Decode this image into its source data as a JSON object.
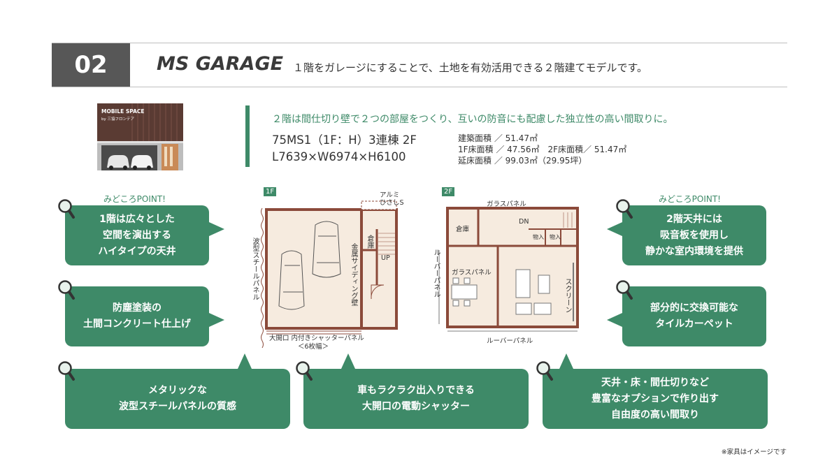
{
  "header": {
    "number": "02",
    "title": "MS GARAGE",
    "tagline": "１階をガレージにすることで、土地を有効活用できる２階建てモデルです。"
  },
  "thumbnail": {
    "sign": "MOBILE SPACE",
    "sign_sub": "by 三協フロンテア"
  },
  "spec": {
    "lead": "２階は間仕切り壁で２つの部屋をつくり、互いの防音にも配慮した独立性の高い間取りに。",
    "model": "75MS1（1F：H）3連棟 2F",
    "dimensions": "L7639×W6974×H6100",
    "building_area": "建築面積 ／ 51.47㎡",
    "floor_area": "1F床面積 ／ 47.56㎡　2F床面積／ 51.47㎡",
    "total_area": "延床面積 ／ 99.03㎡（29.95坪）"
  },
  "plan_1f": {
    "label": "1F",
    "awning": "アルミ\nひさしS",
    "left_wall": "波型スチールパネル",
    "siding": "金属サイディング壁",
    "storage": "倉庫",
    "up": "UP",
    "shutter": "大開口 内付きシャッターパネル",
    "shutter_sub": "＜6枚幅＞"
  },
  "plan_2f": {
    "label": "2F",
    "top_glass": "ガラスパネル",
    "storage": "倉庫",
    "dn": "DN",
    "closet1": "物入",
    "closet2": "物入",
    "louver_left": "ルーバーパネル",
    "glass_inner": "ガラスパネル",
    "screen": "スクリーン",
    "louver_bottom": "ルーバーパネル"
  },
  "points": {
    "left_label": "みどころPOINT!",
    "right_label": "みどころPOINT!",
    "left": [
      "1階は広々とした\n空間を演出する\nハイタイプの天井",
      "防塵塗装の\n土間コンクリート仕上げ"
    ],
    "right": [
      "2階天井には\n吸音板を使用し\n静かな室内環境を提供",
      "部分的に交換可能な\nタイルカーペット"
    ],
    "bottom": [
      "メタリックな\n波型スチールパネルの質感",
      "車もラクラク出入りできる\n大開口の電動シャッター",
      "天井・床・間仕切りなど\n豊富なオプションで作り出す\n自由度の高い間取り"
    ]
  },
  "footnote": "※家具はイメージです",
  "colors": {
    "accent": "#3e8a68",
    "header_box": "#575757",
    "wall": "#8b4a3a",
    "floor": "#f6ebdf"
  }
}
